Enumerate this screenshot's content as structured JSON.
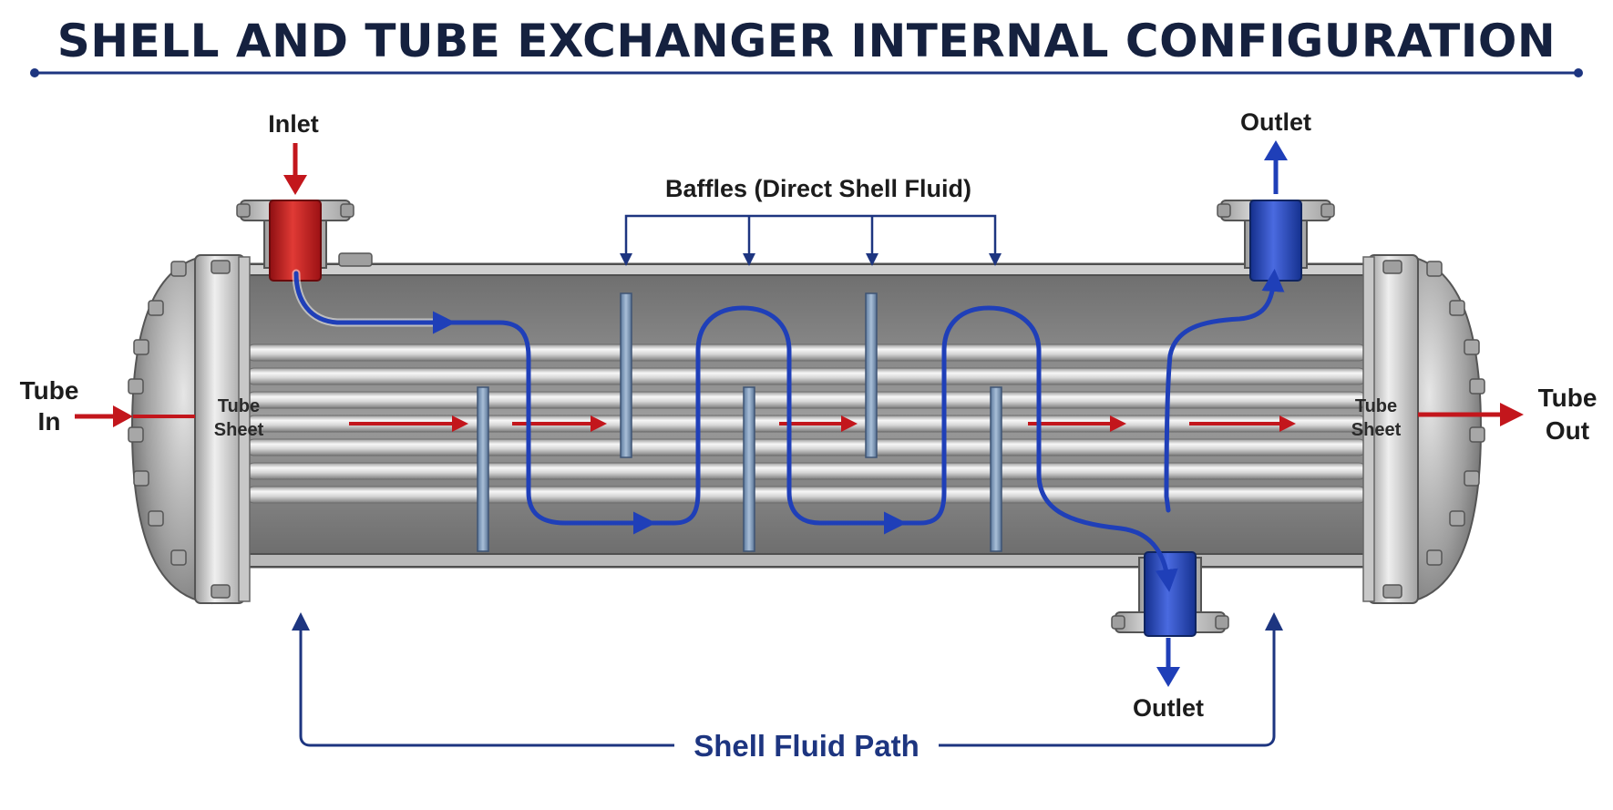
{
  "title": "SHELL AND TUBE EXCHANGER INTERNAL CONFIGURATION",
  "labels": {
    "inlet": "Inlet",
    "outlet_top": "Outlet",
    "outlet_bottom": "Outlet",
    "baffles": "Baffles (Direct Shell Fluid)",
    "tube_in_line1": "Tube",
    "tube_in_line2": "In",
    "tube_out_line1": "Tube",
    "tube_out_line2": "Out",
    "tube_sheet_left_line1": "Tube",
    "tube_sheet_left_line2": "Sheet",
    "tube_sheet_right_line1": "Tube",
    "tube_sheet_right_line2": "Sheet",
    "shell_fluid_path": "Shell Fluid Path"
  },
  "colors": {
    "title": "#15213f",
    "hot_fluid": "#c3161c",
    "cold_fluid": "#1f3fb8",
    "annotation": "#1d3580",
    "shell": "#8c8c8c"
  },
  "icons": {
    "inlet": "arrow-down-icon",
    "outlets": "arrow-up-icon, arrow-down-icon",
    "flow": "arrow-right-icon"
  }
}
